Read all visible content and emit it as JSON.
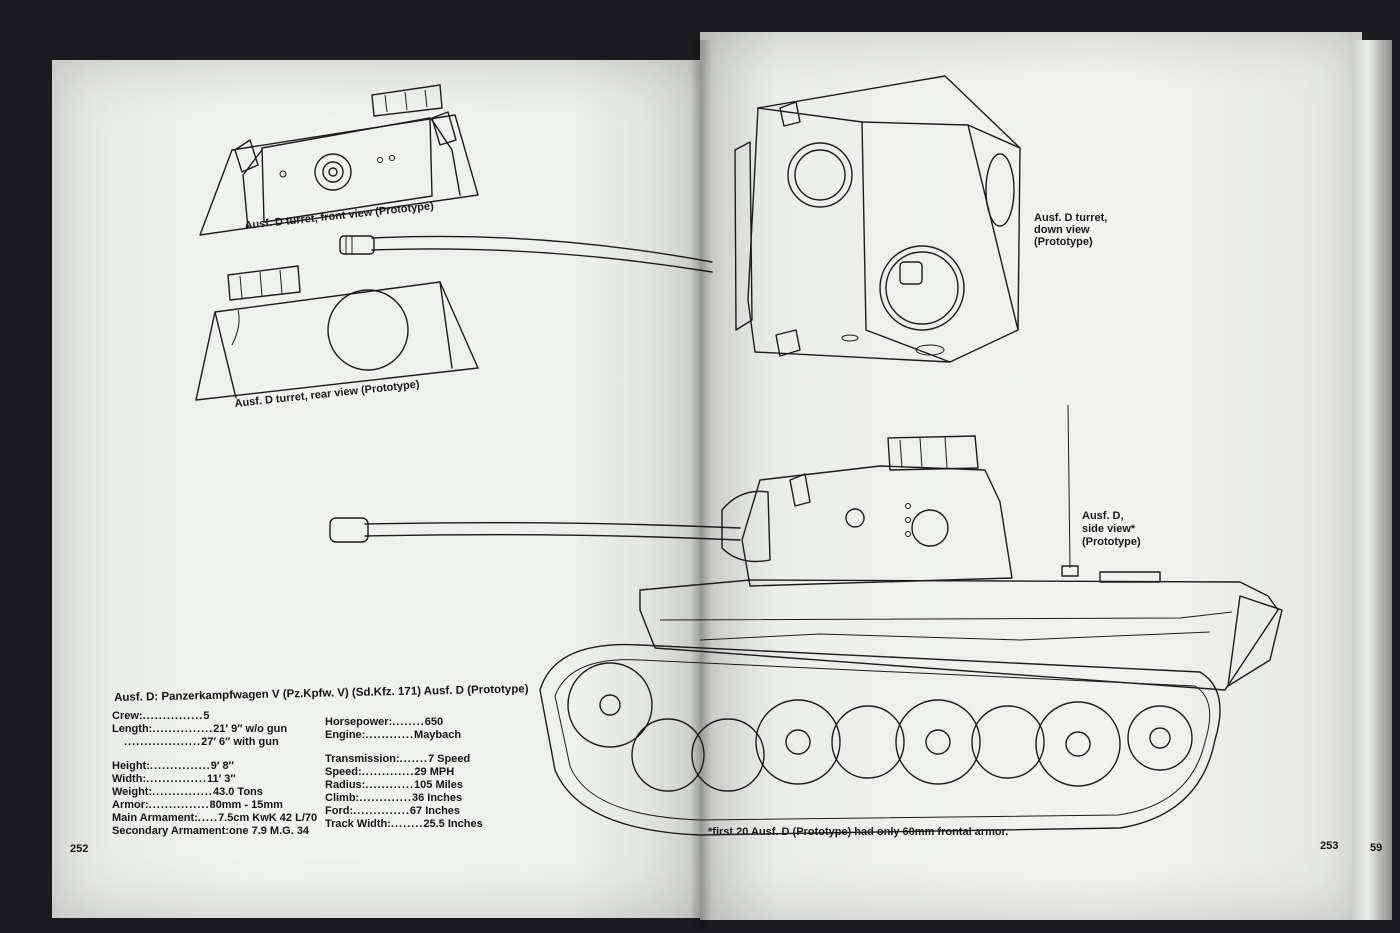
{
  "book": {
    "left_page_number": "252",
    "right_page_number": "253",
    "edge_page_number": "59"
  },
  "captions": {
    "front_view": "Ausf. D turret, front view (Prototype)",
    "rear_view": "Ausf. D turret, rear view (Prototype)",
    "down_view_1": "Ausf. D turret,",
    "down_view_2": "down view",
    "down_view_3": "(Prototype)",
    "side_view_1": "Ausf. D,",
    "side_view_2": "side view*",
    "side_view_3": "(Prototype)",
    "footnote": "*first 20 Ausf. D (Prototype) had only 60mm frontal armor."
  },
  "specs": {
    "title": "Ausf. D: Panzerkampfwagen V (Pz.Kpfw. V) (Sd.Kfz. 171) Ausf. D (Prototype)",
    "left_column": [
      {
        "label": "Crew:",
        "dots": "...............",
        "value": "5"
      },
      {
        "label": "Length:",
        "dots": "...............",
        "value": "21′ 9″ w/o gun"
      },
      {
        "label": "",
        "dots": "...................",
        "value": "27′ 6″ with gun"
      },
      {
        "label": "Height:",
        "dots": "...............",
        "value": "9′ 8″"
      },
      {
        "label": "Width:",
        "dots": "...............",
        "value": "11′ 3″"
      },
      {
        "label": "Weight:",
        "dots": "...............",
        "value": "43.0 Tons"
      },
      {
        "label": "Armor:",
        "dots": "...............",
        "value": "80mm - 15mm"
      },
      {
        "label": "Main Armament:",
        "dots": ".....",
        "value": "7.5cm KwK 42 L/70"
      },
      {
        "label": "Secondary Armament:",
        "dots": "",
        "value": "one 7.9 M.G. 34"
      }
    ],
    "right_column": [
      {
        "label": "Horsepower:",
        "dots": "........",
        "value": "650"
      },
      {
        "label": "Engine:",
        "dots": "............",
        "value": "Maybach"
      },
      {
        "label": "Transmission:",
        "dots": ".......",
        "value": "7 Speed"
      },
      {
        "label": "Speed:",
        "dots": ".............",
        "value": "29 MPH"
      },
      {
        "label": "Radius:",
        "dots": "............",
        "value": "105 Miles"
      },
      {
        "label": "Climb:",
        "dots": ".............",
        "value": "36 Inches"
      },
      {
        "label": "Ford:",
        "dots": "..............",
        "value": "67 Inches"
      },
      {
        "label": "Track Width:",
        "dots": "........",
        "value": "25.5 Inches"
      }
    ]
  }
}
